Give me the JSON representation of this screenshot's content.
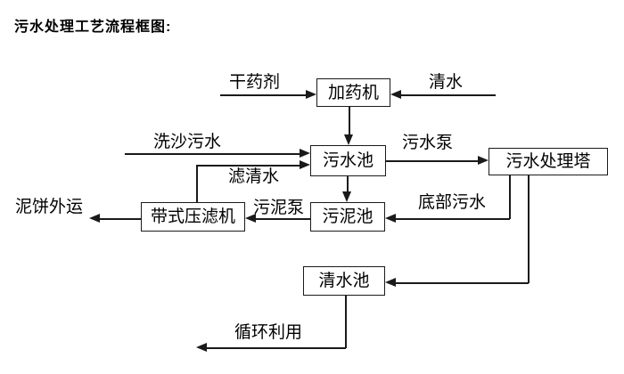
{
  "title": "污水处理工艺流程框图:",
  "flowchart": {
    "nodes": {
      "dosing_machine": "加药机",
      "sewage_pool": "污水池",
      "treatment_tower": "污水处理塔",
      "sludge_pool": "污泥池",
      "belt_filter_press": "带式压滤机",
      "clean_water_pool": "清水池"
    },
    "flow_labels": {
      "dry_agent": "干药剂",
      "clean_water": "清水",
      "sand_washing_sewage": "洗沙污水",
      "filtered_clean_water": "滤清水",
      "sewage_pump": "污水泵",
      "bottom_sewage": "底部污水",
      "sludge_pump": "污泥泵",
      "mud_cake_transport": "泥饼外运",
      "recycling_use": "循环利用"
    },
    "colors": {
      "line": "#1a1a1a",
      "text": "#000000",
      "background": "#ffffff"
    }
  }
}
